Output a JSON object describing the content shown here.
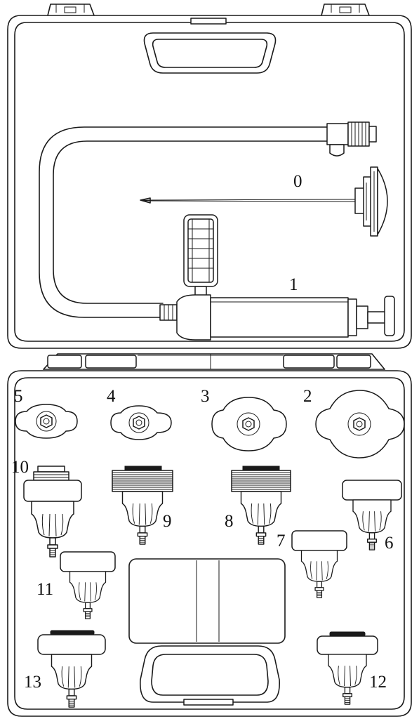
{
  "part_labels": {
    "p0": "0",
    "p1": "1",
    "p2": "2",
    "p3": "3",
    "p4": "4",
    "p5": "5",
    "p6": "6",
    "p7": "7",
    "p8": "8",
    "p9": "9",
    "p10": "10",
    "p11": "11",
    "p12": "12",
    "p13": "13"
  },
  "colors": {
    "line": "#1a1a1a",
    "background": "#ffffff"
  }
}
